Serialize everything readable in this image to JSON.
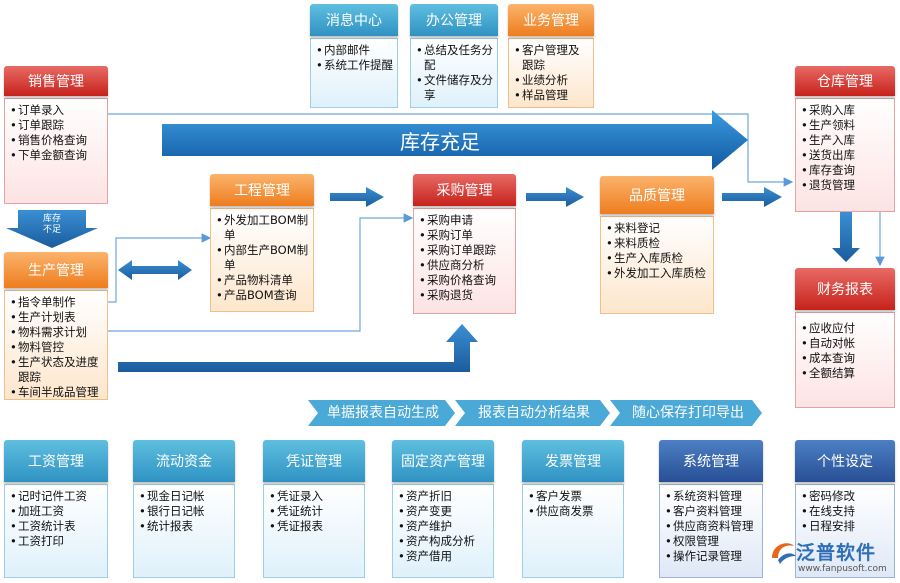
{
  "top": {
    "msg": {
      "title": "消息中心",
      "items": [
        "内部邮件",
        "系统工作提醒"
      ]
    },
    "office": {
      "title": "办公管理",
      "items": [
        "总结及任务分配",
        "文件储存及分享"
      ]
    },
    "business": {
      "title": "业务管理",
      "items": [
        "客户管理及跟踪",
        "业绩分析",
        "样品管理"
      ]
    }
  },
  "sales": {
    "title": "销售管理",
    "items": [
      "订单录入",
      "订单跟踪",
      "销售价格查询",
      "下单金额查询"
    ]
  },
  "warehouse": {
    "title": "仓库管理",
    "items": [
      "采购入库",
      "生产领料",
      "生产入库",
      "送货出库",
      "库存查询",
      "退货管理"
    ]
  },
  "engineering": {
    "title": "工程管理",
    "items": [
      "外发加工BOM制单",
      "内部生产BOM制单",
      "产品物料清单",
      "产品BOM查询"
    ]
  },
  "purchase": {
    "title": "采购管理",
    "items": [
      "采购申请",
      "采购订单",
      "采购订单跟踪",
      "供应商分析",
      "采购价格查询",
      "采购退货"
    ]
  },
  "quality": {
    "title": "品质管理",
    "items": [
      "来料登记",
      "来料质检",
      "生产入库质检",
      "外发加工入库质检"
    ]
  },
  "production": {
    "title": "生产管理",
    "items": [
      "指令单制作",
      "生产计划表",
      "物料需求计划",
      "物料管控",
      "生产状态及进度跟踪",
      "车间半成品管理"
    ]
  },
  "finance": {
    "title": "财务报表",
    "items": [
      "应收应付",
      "自动对帐",
      "成本查询",
      "全额结算"
    ]
  },
  "banner": {
    "text": "库存充足"
  },
  "shortage": {
    "line1": "库存",
    "line2": "不足"
  },
  "chevrons": [
    "单据报表自动生成",
    "报表自动分析结果",
    "随心保存打印导出"
  ],
  "bottom": [
    {
      "title": "工资管理",
      "items": [
        "记时记件工资",
        "加班工资",
        "工资统计表",
        "工资打印"
      ]
    },
    {
      "title": "流动资金",
      "items": [
        "现金日记帐",
        "银行日记帐",
        "统计报表"
      ]
    },
    {
      "title": "凭证管理",
      "items": [
        "凭证录入",
        "凭证统计",
        "凭证报表"
      ]
    },
    {
      "title": "固定资产管理",
      "items": [
        "资产折旧",
        "资产变更",
        "资产维护",
        "资产构成分析",
        "资产借用"
      ]
    },
    {
      "title": "发票管理",
      "items": [
        "客户发票",
        "供应商发票"
      ]
    },
    {
      "title": "系统管理",
      "items": [
        "系统资料管理",
        "客户资料管理",
        "供应商资料管理",
        "权限管理",
        "操作记录管理"
      ]
    },
    {
      "title": "个性设定",
      "items": [
        "密码修改",
        "在线支持",
        "日程安排"
      ]
    }
  ],
  "logo": {
    "name": "泛普软件",
    "url": "www.fanpusoft.com"
  },
  "colors": {
    "red": "#c7221c",
    "orange": "#ee7d1e",
    "blue": "#2f92c2",
    "darkblue": "#274f95",
    "arrow": "#1f74b8"
  }
}
